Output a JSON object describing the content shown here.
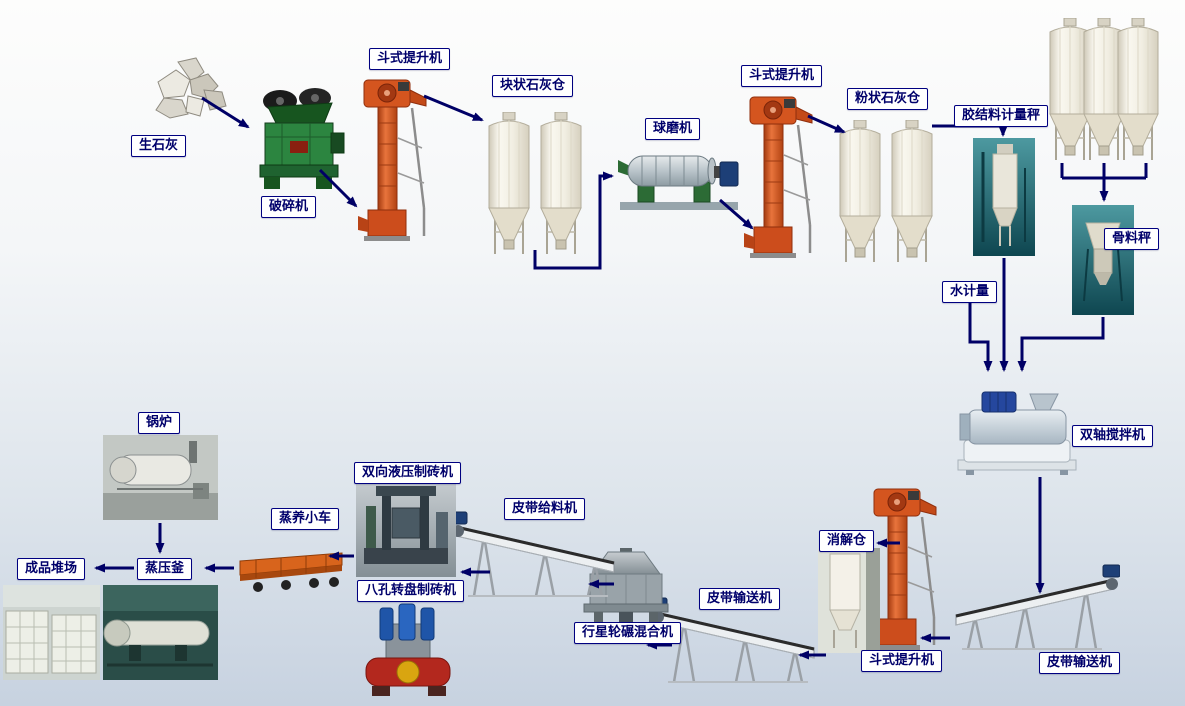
{
  "diagram": {
    "labels": {
      "quicklime": "生石灰",
      "crusher": "破碎机",
      "bucket_elevator_1": "斗式提升机",
      "lump_lime_silo": "块状石灰仓",
      "ball_mill": "球磨机",
      "bucket_elevator_2": "斗式提升机",
      "powder_lime_silo": "粉状石灰仓",
      "binder_scale": "胶结料计量秤",
      "aggregate_scale": "骨料秤",
      "water_meter": "水计量",
      "twin_shaft_mixer": "双轴搅拌机",
      "digestion_silo": "消解仓",
      "bucket_elevator_3": "斗式提升机",
      "belt_conveyor_right": "皮带输送机",
      "belt_conveyor_mid": "皮带输送机",
      "planetary_mixer": "行星轮碾混合机",
      "belt_feeder": "皮带给料机",
      "hydraulic_brick_machine": "双向液压制砖机",
      "rotary_brick_machine": "八孔转盘制砖机",
      "steam_cart": "蒸养小车",
      "autoclave": "蒸压釜",
      "boiler": "锅炉",
      "product_yard": "成品堆场"
    },
    "edges": [
      [
        "quicklime",
        "crusher"
      ],
      [
        "crusher",
        "bucket_elevator_1"
      ],
      [
        "bucket_elevator_1",
        "lump_lime_silo"
      ],
      [
        "lump_lime_silo",
        "ball_mill"
      ],
      [
        "ball_mill",
        "bucket_elevator_2"
      ],
      [
        "bucket_elevator_2",
        "powder_lime_silo"
      ],
      [
        "powder_lime_silo",
        "binder_scale"
      ],
      [
        "binder_scale",
        "twin_shaft_mixer"
      ],
      [
        "water_meter",
        "twin_shaft_mixer"
      ],
      [
        "storage_silos",
        "aggregate_scale"
      ],
      [
        "aggregate_scale",
        "twin_shaft_mixer"
      ],
      [
        "twin_shaft_mixer",
        "belt_conveyor_right"
      ],
      [
        "belt_conveyor_right",
        "bucket_elevator_3"
      ],
      [
        "bucket_elevator_3",
        "digestion_silo"
      ],
      [
        "digestion_silo",
        "belt_conveyor_mid"
      ],
      [
        "belt_conveyor_mid",
        "planetary_mixer"
      ],
      [
        "planetary_mixer",
        "belt_feeder"
      ],
      [
        "belt_feeder",
        "hydraulic_brick_machine"
      ],
      [
        "hydraulic_brick_machine",
        "steam_cart"
      ],
      [
        "steam_cart",
        "autoclave"
      ],
      [
        "autoclave",
        "product_yard"
      ],
      [
        "boiler",
        "autoclave"
      ]
    ],
    "colors": {
      "arrow": "#000066",
      "label_bg": "#ffffff",
      "label_border": "#000080",
      "label_text": "#00006b",
      "background_top": "#fdfdfc",
      "background_bottom": "#c7d2e0",
      "elevator_red": "#d4551f",
      "crusher_green": "#2c8540",
      "silo_white": "#f1eee2"
    },
    "icons": {
      "quicklime-rocks-icon": "svg-rock-cluster",
      "jaw-crusher-icon": "svg-green-jaw-crusher",
      "bucket-elevator-icon": "svg-red-bucket-elevator",
      "silo-icon": "svg-white-storage-silo",
      "ball-mill-icon": "svg-horizontal-ball-mill",
      "metering-scale-photo": "svg-teal-photo-panel",
      "twin-shaft-mixer-icon": "svg-blue-mixer",
      "belt-conveyor-icon": "svg-inclined-belt-conveyor",
      "planetary-mixer-icon": "svg-gray-dome-mixer",
      "steam-cart-icon": "svg-orange-flat-cart",
      "brick-machine-photo": "svg-machinery-photo",
      "boiler-photo": "svg-boiler-photo",
      "autoclave-photo": "svg-autoclave-photo",
      "product-yard-photo": "svg-brick-stacks-photo",
      "flow-arrow": "svg-navy-arrow"
    }
  }
}
